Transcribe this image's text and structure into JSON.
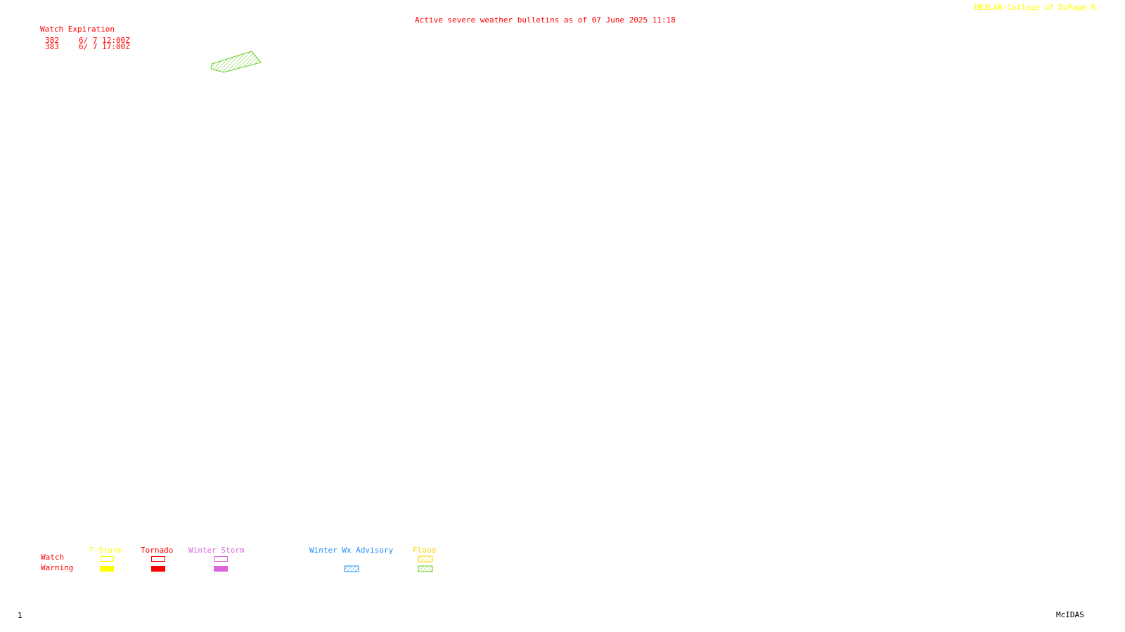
{
  "header": {
    "credit": "NEXLAB-College of DuPage R",
    "title": "Active severe weather bulletins as of 07 June 2025 11:18"
  },
  "watch_table": {
    "heading": "Watch Expiration",
    "rows": [
      {
        "id": "382",
        "expires": "6/ 7 12:00Z"
      },
      {
        "id": "383",
        "expires": "6/ 7 17:00Z"
      }
    ]
  },
  "map": {
    "polygons": [
      {
        "kind": "flood",
        "color": "#66cc22"
      }
    ]
  },
  "legend": {
    "row_watch": "Watch",
    "row_warning": "Warning",
    "columns": [
      {
        "label": "T-Storm",
        "color": "#ffff00",
        "watch": "outline",
        "warning": "filled"
      },
      {
        "label": "Tornado",
        "color": "#ff0000",
        "watch": "outline",
        "warning": "filled"
      },
      {
        "label": "Winter Storm",
        "color": "#dd66dd",
        "watch": "outline",
        "warning": "filled"
      },
      {
        "label": "Winter Wx Advisory",
        "color": "#1e90ff",
        "watch": "none",
        "warning": "hatched"
      },
      {
        "label": "Flood",
        "color": "#ffd400",
        "hatch_color_warning": "#66cc22",
        "watch": "hatched",
        "warning": "hatched"
      }
    ]
  },
  "footer": {
    "frame_number": "1",
    "software": "McIDAS"
  }
}
